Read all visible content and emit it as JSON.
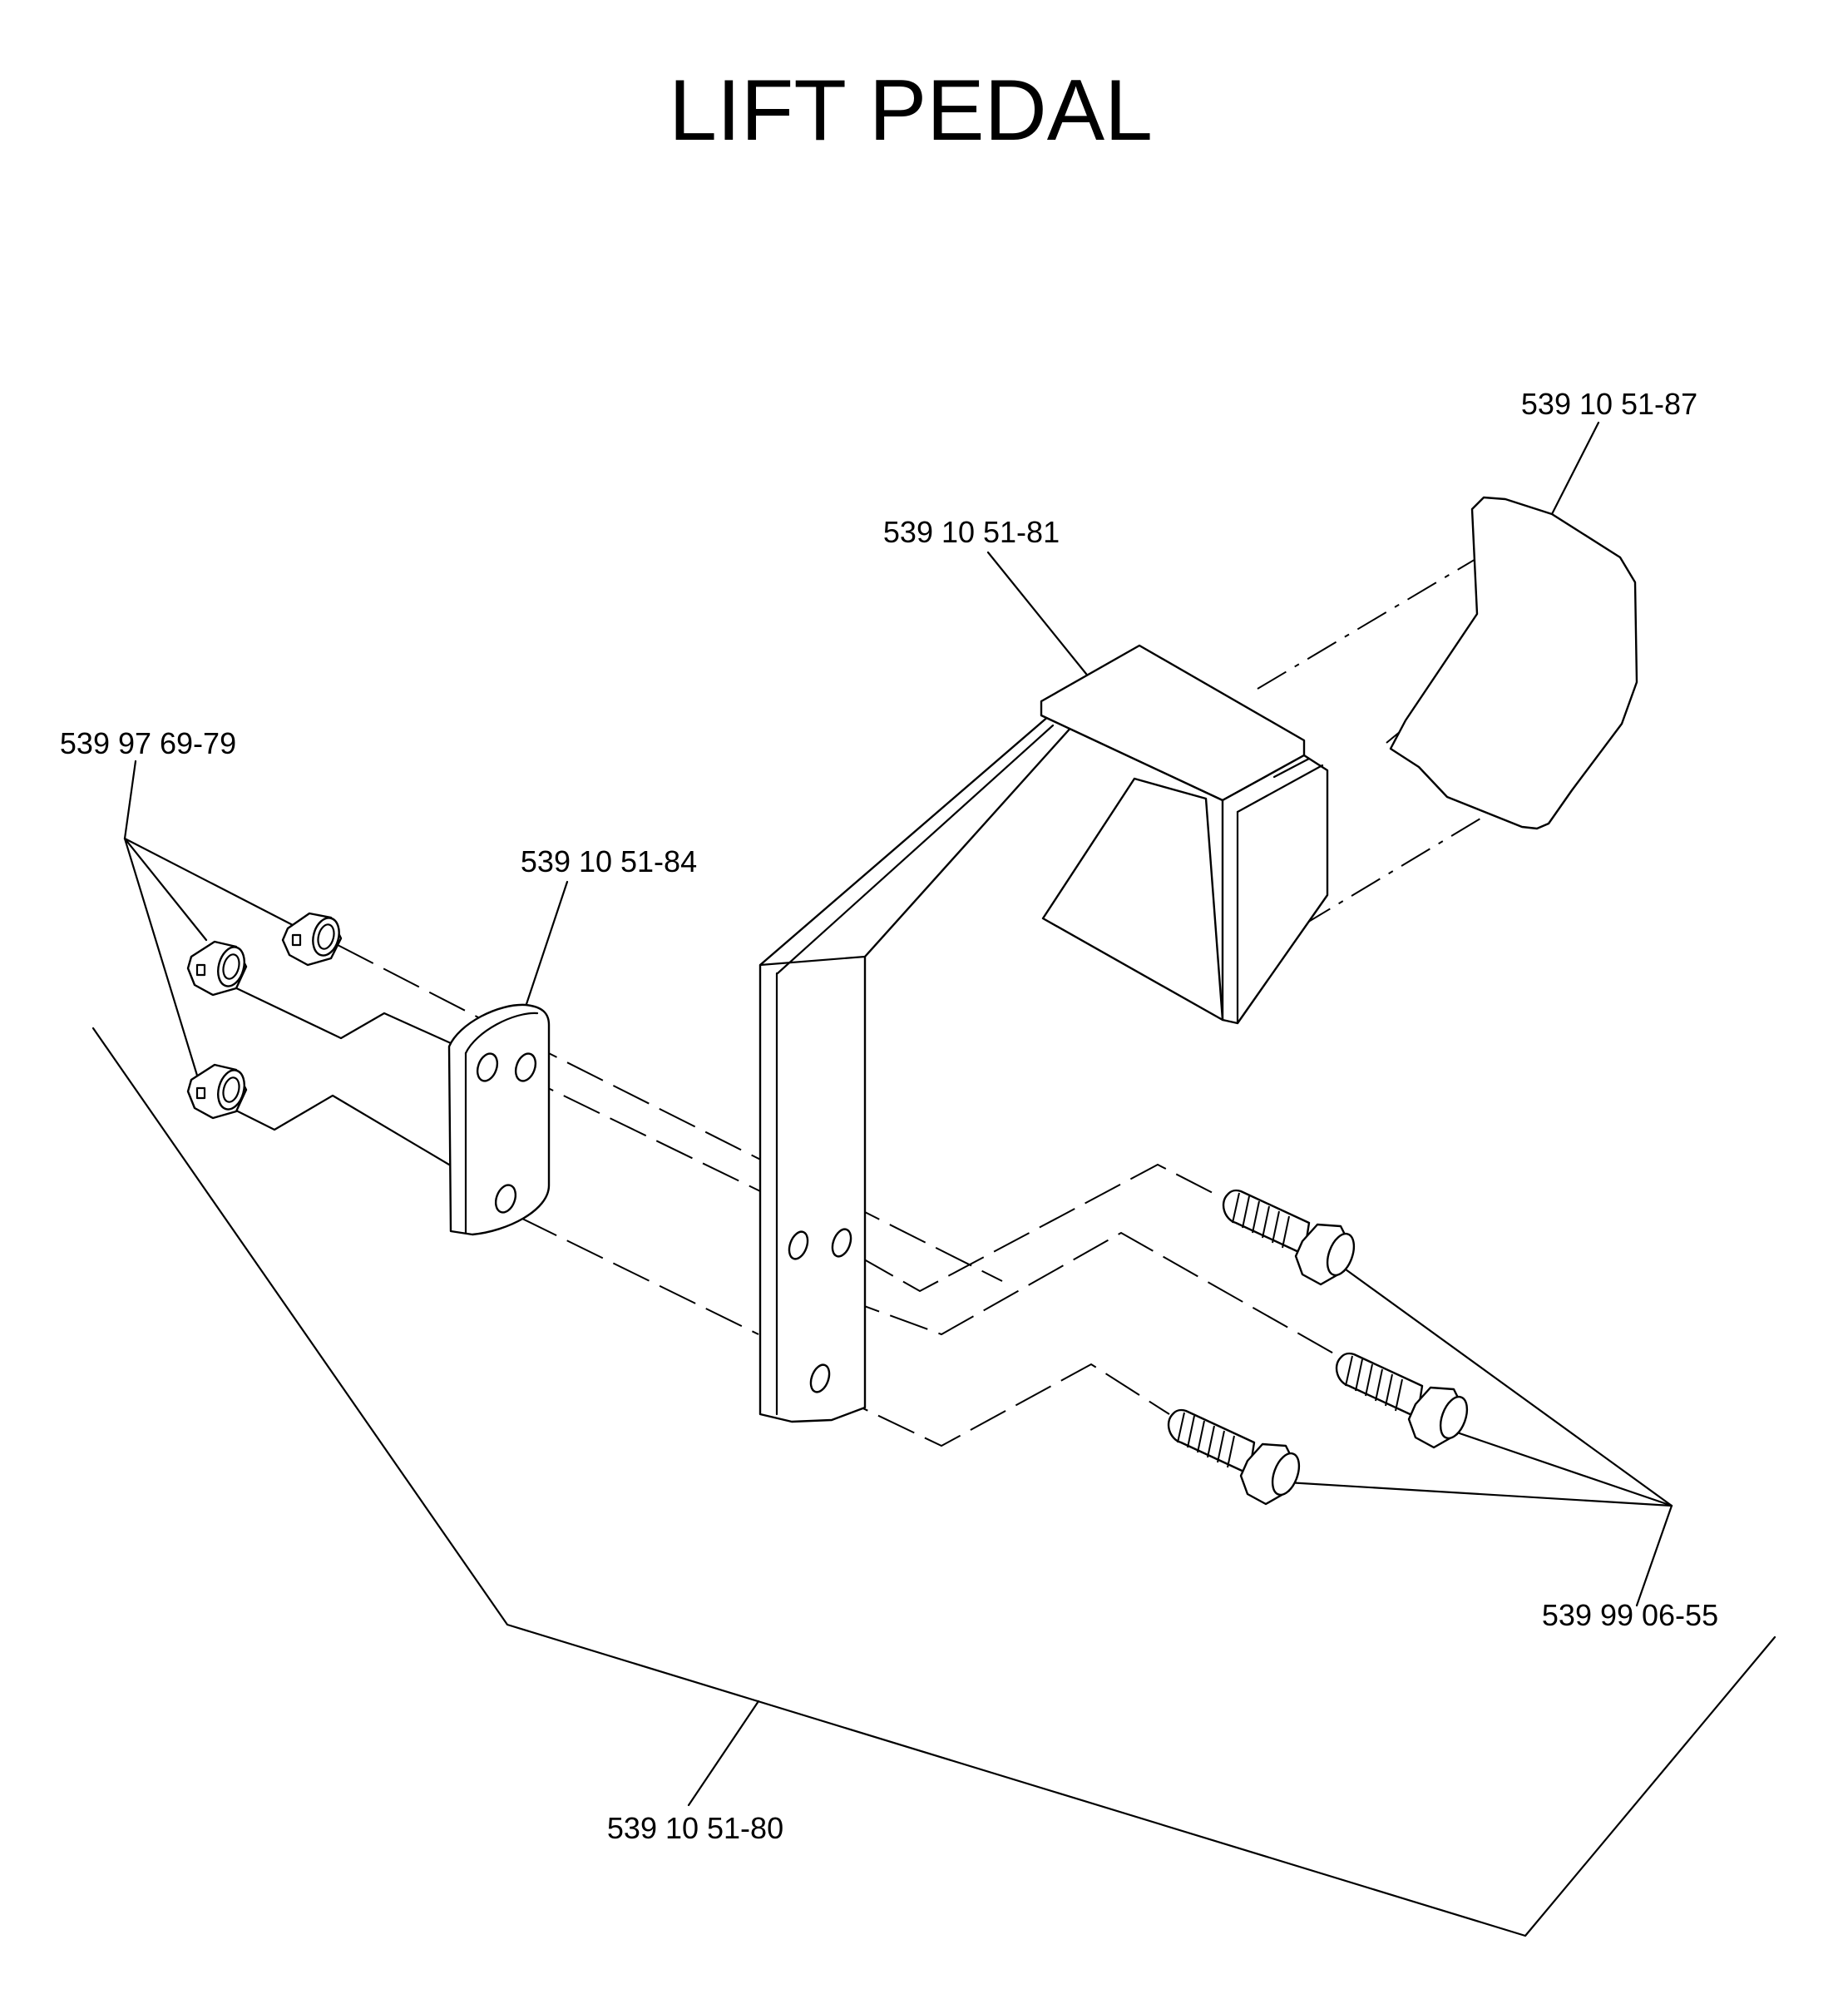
{
  "title": "LIFT PEDAL",
  "parts": {
    "pedal_pad": "539 10 51-87",
    "pedal_bracket": "539 10 51-81",
    "backing_plate": "539 10 51-84",
    "lift_pedal_assembly": "539 10 51-80",
    "lock_nuts": "539 97 69-79",
    "hex_bolts": "539 99 06-55"
  }
}
